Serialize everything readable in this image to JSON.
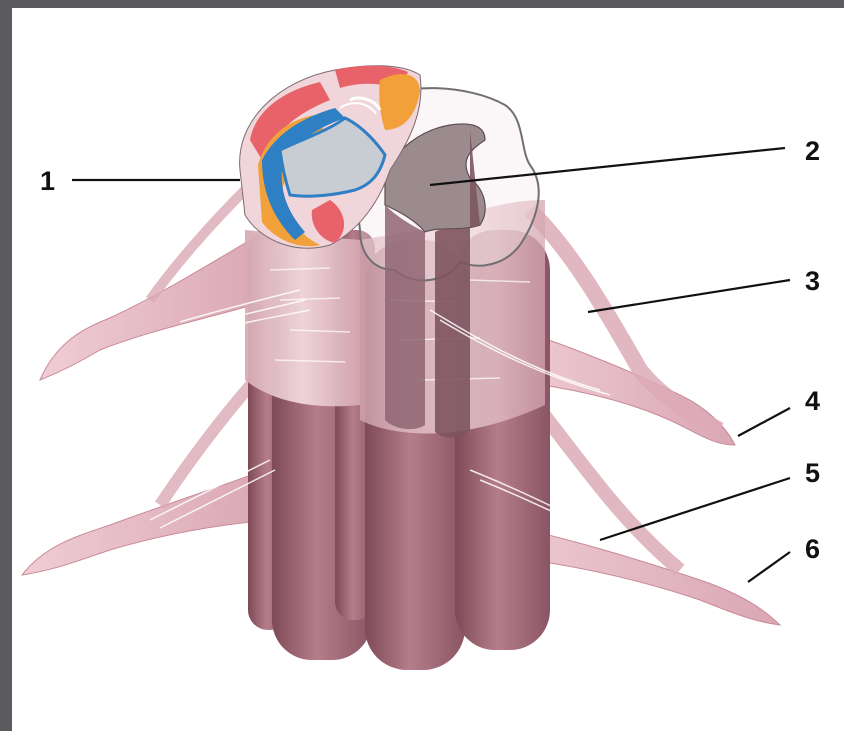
{
  "callouts": [
    {
      "id": "1",
      "label": "1"
    },
    {
      "id": "2",
      "label": "2"
    },
    {
      "id": "3",
      "label": "3"
    },
    {
      "id": "4",
      "label": "4"
    },
    {
      "id": "5",
      "label": "5"
    },
    {
      "id": "6",
      "label": "6"
    }
  ],
  "colors": {
    "background_frame": "#5a5a5f",
    "canvas": "#ffffff",
    "white_matter_pink": "#e9c6cc",
    "column_dark": "#9c6270",
    "gray_matter": "#9a8a8c",
    "orange_tract": "#f2a13a",
    "red_tract": "#e8626a",
    "blue_tract": "#2f7fc4",
    "nerve_root": "#e3b7c1"
  }
}
